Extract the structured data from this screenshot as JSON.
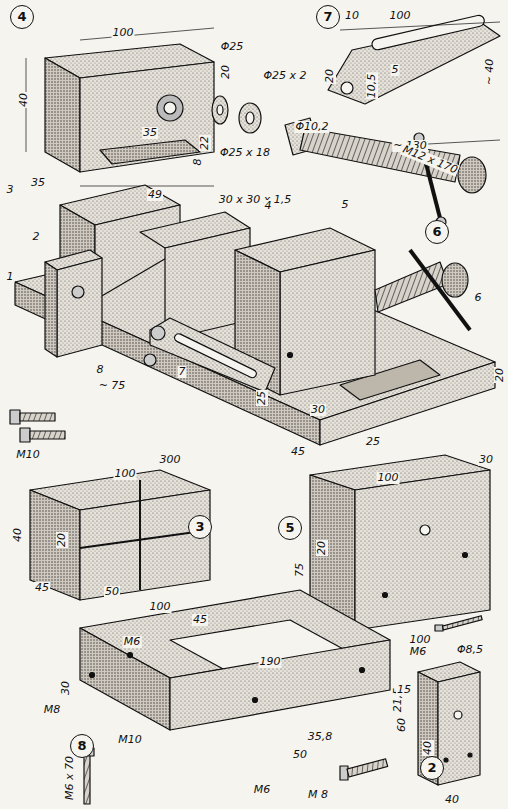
{
  "diagram": {
    "nodes": [
      {
        "text": [
          "4"
        ]
      },
      {
        "text": [
          "7"
        ]
      },
      {
        "text": [
          "6"
        ]
      },
      {
        "text": [
          "3"
        ]
      },
      {
        "text": [
          "5"
        ]
      },
      {
        "text": [
          "8"
        ]
      },
      {
        "text": [
          "2"
        ]
      }
    ],
    "labels": [
      "100",
      "Φ25",
      "20",
      "40",
      "35",
      "35",
      "22",
      "8",
      "49",
      "Φ25 x 2",
      "Φ25 x 18",
      "30 x 30 x 1,5",
      "10",
      "100",
      "20",
      "10,5",
      "5",
      "~ 40",
      "Φ10,2",
      "~ 130",
      "M12 x 170",
      "3",
      "2",
      "4",
      "5",
      "1",
      "6",
      "8",
      "~ 75",
      "7",
      "25",
      "20",
      "30",
      "25",
      "45",
      "300",
      "100",
      "M10",
      "100",
      "40",
      "20",
      "50",
      "45",
      "30",
      "75",
      "20",
      "100",
      "M6",
      "100",
      "45",
      "M6",
      "190",
      "30",
      "M8",
      "M10",
      "M6",
      "35,8",
      "21,5",
      "50",
      "M6 x 70",
      "15",
      "Φ8,5",
      "60",
      "40",
      "40",
      "M 8"
    ]
  }
}
